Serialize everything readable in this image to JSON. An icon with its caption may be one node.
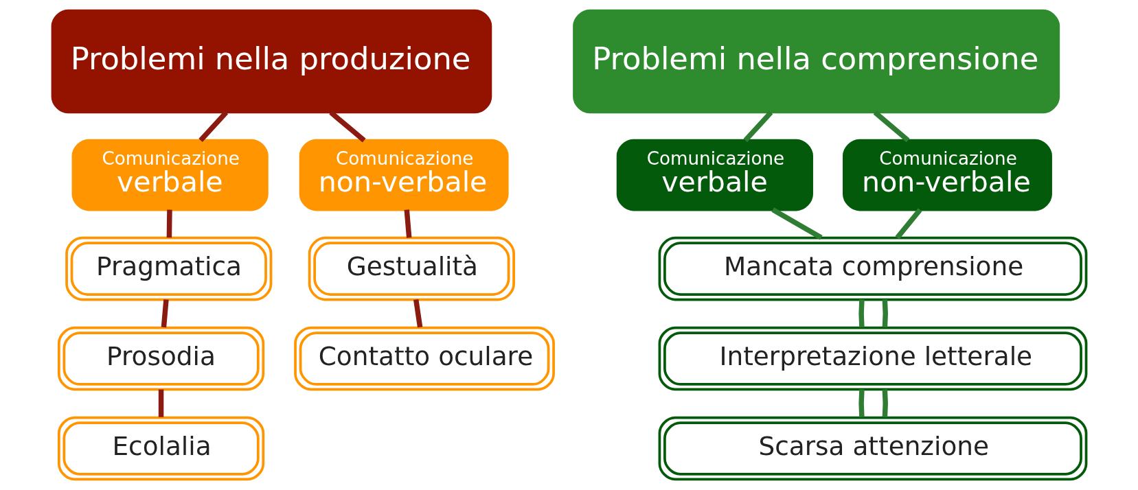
{
  "diagram": {
    "nodes": [
      {
        "text": [
          "Problemi nella produzione"
        ]
      },
      {
        "text": [
          "Comunicazione",
          "verbale"
        ]
      },
      {
        "text": [
          "Comunicazione",
          "non-verbale"
        ]
      },
      {
        "text": [
          "Pragmatica"
        ]
      },
      {
        "text": [
          "Prosodia"
        ]
      },
      {
        "text": [
          "Ecolalia"
        ]
      },
      {
        "text": [
          "Gestualità"
        ]
      },
      {
        "text": [
          "Contatto oculare"
        ]
      },
      {
        "text": [
          "Problemi nella comprensione"
        ]
      },
      {
        "text": [
          "Comunicazione",
          "verbale"
        ]
      },
      {
        "text": [
          "Comunicazione",
          "non-verbale"
        ]
      },
      {
        "text": [
          "Mancata comprensione"
        ]
      },
      {
        "text": [
          "Interpretazione letterale"
        ]
      },
      {
        "text": [
          "Scarsa attenzione"
        ]
      }
    ],
    "edges": [
      {
        "from": 0,
        "to": 1,
        "arrow": "none",
        "color": "#8b1a10"
      },
      {
        "from": 0,
        "to": 2,
        "arrow": "none",
        "color": "#8b1a10"
      },
      {
        "from": 1,
        "to": 3,
        "arrow": "none",
        "color": "#8b1a10"
      },
      {
        "from": 3,
        "to": 4,
        "arrow": "none",
        "color": "#8b1a10"
      },
      {
        "from": 4,
        "to": 5,
        "arrow": "none",
        "color": "#8b1a10"
      },
      {
        "from": 2,
        "to": 6,
        "arrow": "none",
        "color": "#8b1a10"
      },
      {
        "from": 6,
        "to": 7,
        "arrow": "none",
        "color": "#8b1a10"
      },
      {
        "from": 8,
        "to": 9,
        "arrow": "none",
        "color": "#2e7d32"
      },
      {
        "from": 8,
        "to": 10,
        "arrow": "none",
        "color": "#2e7d32"
      },
      {
        "from": 9,
        "to": 11,
        "arrow": "none",
        "color": "#2e7d32"
      },
      {
        "from": 10,
        "to": 11,
        "arrow": "none",
        "color": "#2e7d32"
      },
      {
        "from": 11,
        "to": 12,
        "arrow": "none",
        "color": "#2e7d32"
      },
      {
        "from": 11,
        "to": 12,
        "arrow": "none",
        "color": "#2e7d32"
      },
      {
        "from": 12,
        "to": 13,
        "arrow": "none",
        "color": "#2e7d32"
      },
      {
        "from": 12,
        "to": 13,
        "arrow": "none",
        "color": "#2e7d32"
      }
    ]
  }
}
